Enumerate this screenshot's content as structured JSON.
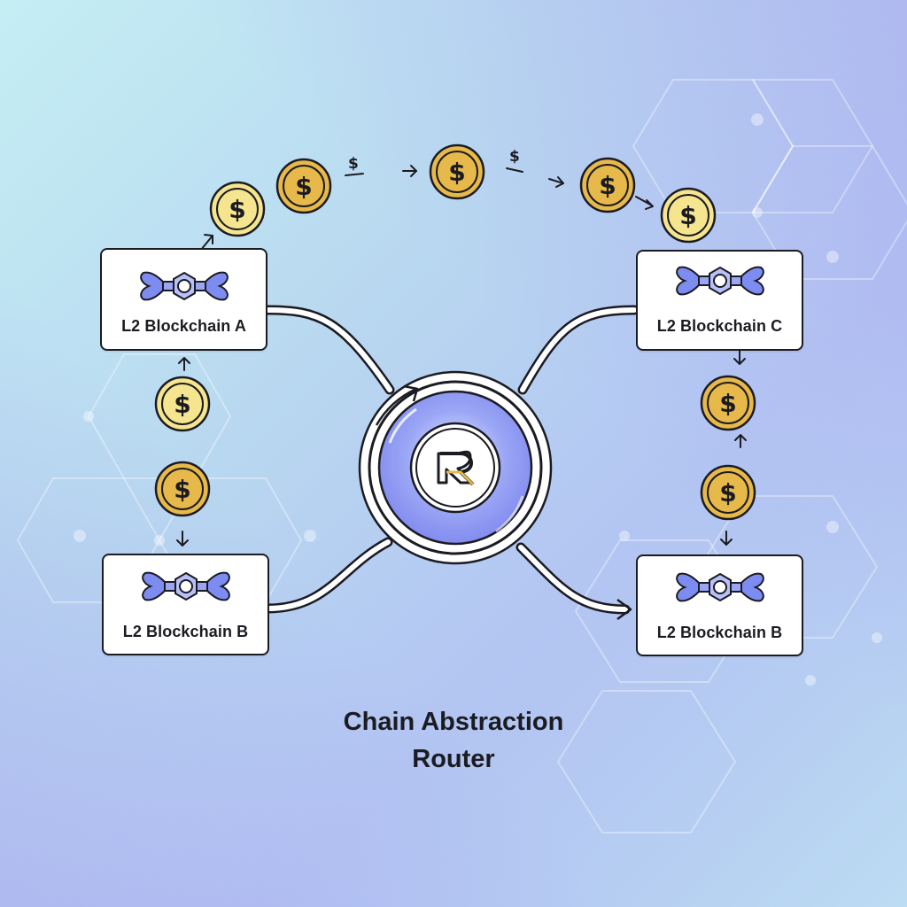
{
  "title": {
    "line1": "Chain Abstraction",
    "line2": "Router"
  },
  "nodes": {
    "a": {
      "label": "L2 Blockchain A"
    },
    "b": {
      "label": "L2 Blockchain B"
    },
    "c": {
      "label": "L2 Blockchain C"
    },
    "d": {
      "label": "L2 Blockchain B"
    }
  },
  "router": {
    "glyph": "R"
  },
  "flow_symbols": {
    "dollar1": "$",
    "dollar2": "$"
  },
  "colors": {
    "coin_gold": "#e7b94a",
    "coin_pale": "#f6e58f",
    "icon_purple": "#7d8cf0",
    "router_purple": "#8a94f2",
    "outline": "#1b1b22"
  }
}
